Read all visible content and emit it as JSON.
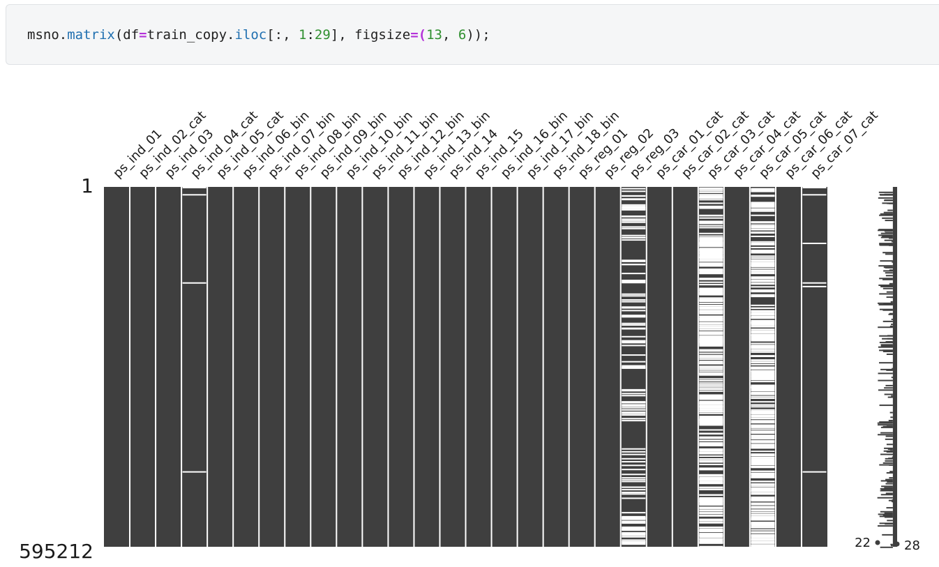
{
  "code": {
    "prefix": "msno.",
    "fn": "matrix",
    "open": "(df",
    "eq1": "=",
    "obj": "train_copy.",
    "attr": "iloc",
    "slice_a": "[:, ",
    "n1": "1",
    "slice_b": ":",
    "n2": "29",
    "slice_c": "], figsize",
    "eq2": "=",
    "paren": "(",
    "n3": "13",
    "comma": ", ",
    "n4": "6",
    "close": "));"
  },
  "chart_data": {
    "type": "heatmap",
    "title": "",
    "ylim": [
      1,
      595212
    ],
    "y_tick_labels": [
      "1",
      "595212"
    ],
    "columns": [
      {
        "name": "ps_ind_01",
        "complete": true,
        "missing": []
      },
      {
        "name": "ps_ind_02_cat",
        "complete": true,
        "missing": []
      },
      {
        "name": "ps_ind_03",
        "complete": true,
        "missing": []
      },
      {
        "name": "ps_ind_04_cat",
        "complete": false,
        "missing": [
          0.0,
          0.02,
          0.265,
          0.79
        ]
      },
      {
        "name": "ps_ind_05_cat",
        "complete": true,
        "missing": []
      },
      {
        "name": "ps_ind_06_bin",
        "complete": true,
        "missing": []
      },
      {
        "name": "ps_ind_07_bin",
        "complete": true,
        "missing": []
      },
      {
        "name": "ps_ind_08_bin",
        "complete": true,
        "missing": []
      },
      {
        "name": "ps_ind_09_bin",
        "complete": true,
        "missing": []
      },
      {
        "name": "ps_ind_10_bin",
        "complete": true,
        "missing": []
      },
      {
        "name": "ps_ind_11_bin",
        "complete": true,
        "missing": []
      },
      {
        "name": "ps_ind_12_bin",
        "complete": true,
        "missing": []
      },
      {
        "name": "ps_ind_13_bin",
        "complete": true,
        "missing": []
      },
      {
        "name": "ps_ind_14",
        "complete": true,
        "missing": []
      },
      {
        "name": "ps_ind_15",
        "complete": true,
        "missing": []
      },
      {
        "name": "ps_ind_16_bin",
        "complete": true,
        "missing": []
      },
      {
        "name": "ps_ind_17_bin",
        "complete": true,
        "missing": []
      },
      {
        "name": "ps_ind_18_bin",
        "complete": true,
        "missing": []
      },
      {
        "name": "ps_reg_01",
        "complete": true,
        "missing": []
      },
      {
        "name": "ps_reg_02",
        "complete": true,
        "missing": []
      },
      {
        "name": "ps_reg_03",
        "complete": false,
        "pattern": "moderate"
      },
      {
        "name": "ps_car_01_cat",
        "complete": true,
        "missing": []
      },
      {
        "name": "ps_car_02_cat",
        "complete": true,
        "missing": []
      },
      {
        "name": "ps_car_03_cat",
        "complete": false,
        "pattern": "heavy"
      },
      {
        "name": "ps_car_04_cat",
        "complete": true,
        "missing": []
      },
      {
        "name": "ps_car_05_cat",
        "complete": false,
        "pattern": "dense"
      },
      {
        "name": "ps_car_06_cat",
        "complete": true,
        "missing": []
      },
      {
        "name": "ps_car_07_cat",
        "complete": false,
        "missing": [
          0.0,
          0.02,
          0.155,
          0.265,
          0.275,
          0.79
        ]
      }
    ],
    "sparkline": {
      "min_label": "22",
      "max_label": "28",
      "min": 22,
      "max": 28
    },
    "colors": {
      "filled": "#3f3f3f",
      "missing": "#ffffff"
    }
  }
}
